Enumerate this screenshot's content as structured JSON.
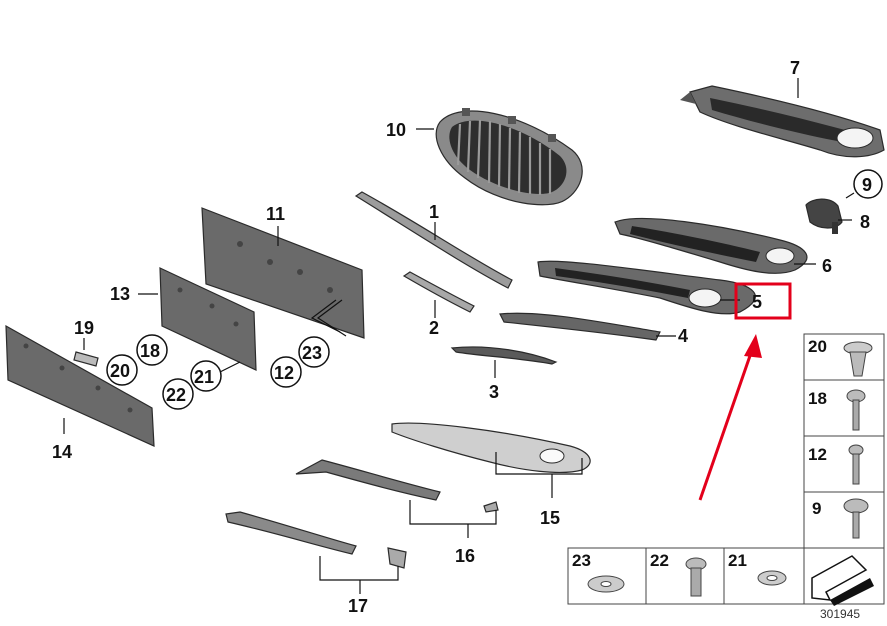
{
  "diagram": {
    "part_labels": {
      "p1": "1",
      "p2": "2",
      "p3": "3",
      "p4": "4",
      "p5": "5",
      "p6": "6",
      "p7": "7",
      "p8": "8",
      "p9": "9",
      "p10": "10",
      "p11": "11",
      "p12": "12",
      "p13": "13",
      "p14": "14",
      "p15": "15",
      "p16": "16",
      "p17": "17",
      "p18": "18",
      "p19": "19",
      "p20": "20",
      "p21": "21",
      "p22": "22",
      "p23": "23"
    },
    "fastener_panel": {
      "side": [
        "20",
        "18",
        "12",
        "9"
      ],
      "bottom": [
        "23",
        "22",
        "21"
      ]
    },
    "document_number": "301945",
    "highlight": {
      "target_label": "5",
      "color": "#e3001b"
    },
    "colors": {
      "part_fill": "#6a6a6a",
      "part_dark": "#3c3c3c",
      "part_light": "#b9b9b9",
      "highlight": "#e3001b"
    }
  }
}
